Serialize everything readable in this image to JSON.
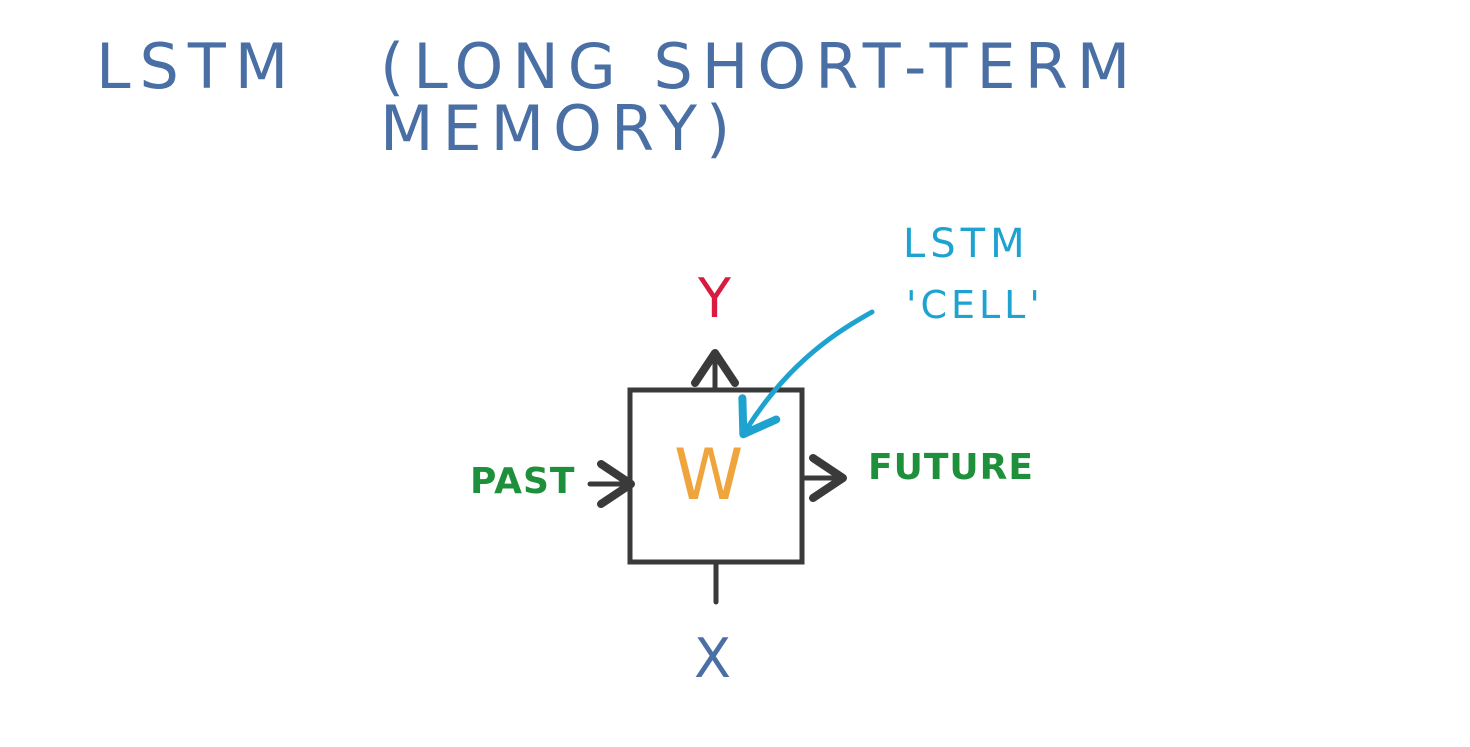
{
  "title": {
    "main": "LSTM",
    "subtitle": "(LONG SHORT-TERM MEMORY)"
  },
  "diagram": {
    "output_label": "Y",
    "input_label": "X",
    "past_label": "PAST",
    "future_label": "FUTURE",
    "weight_label": "W",
    "cell_annotation_line1": "LSTM",
    "cell_annotation_line2": "'CELL'"
  },
  "colors": {
    "title": "#4a6fa5",
    "output": "#d81b3f",
    "input": "#4a6fa5",
    "time_labels": "#1e8f3a",
    "weight": "#f0a53c",
    "annotation": "#1ea3d0",
    "box": "#3a3a3a",
    "arrow": "#3a3a3a"
  }
}
